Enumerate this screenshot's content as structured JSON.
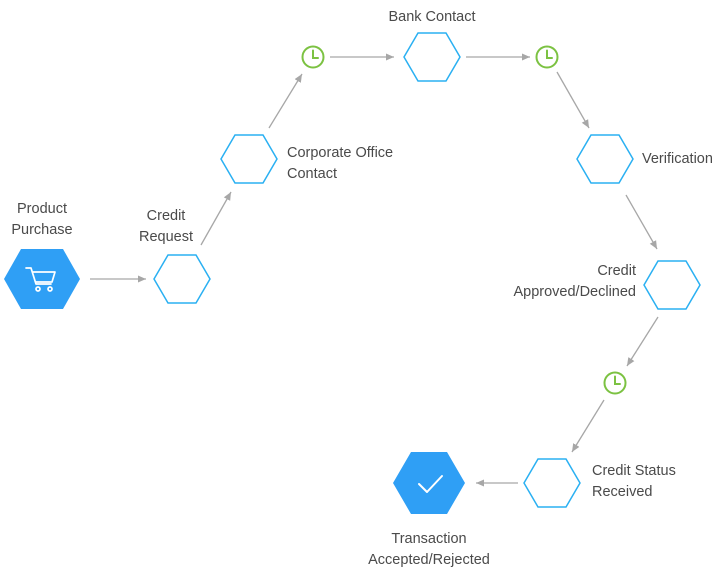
{
  "colors": {
    "accent": "#2f9ff5",
    "outline": "#2ab0f2",
    "timer": "#7cc242",
    "arrow": "#a7a7a7",
    "text": "#4a4a4a"
  },
  "nodes": {
    "product_purchase": {
      "line1": "Product",
      "line2": "Purchase",
      "icon": "shopping-cart-icon"
    },
    "credit_request": {
      "line1": "Credit",
      "line2": "Request"
    },
    "corporate_office": {
      "line1": "Corporate Office",
      "line2": "Contact"
    },
    "bank_contact": {
      "line1": "Bank Contact"
    },
    "verification": {
      "line1": "Verification"
    },
    "credit_approved": {
      "line1": "Credit",
      "line2": "Approved/Declined"
    },
    "credit_status": {
      "line1": "Credit Status",
      "line2": "Received"
    },
    "transaction": {
      "line1": "Transaction",
      "line2": "Accepted/Rejected",
      "icon": "checkmark-icon"
    }
  },
  "timers": [
    {
      "name": "wait-timer-1",
      "icon": "clock-icon"
    },
    {
      "name": "wait-timer-2",
      "icon": "clock-icon"
    },
    {
      "name": "wait-timer-3",
      "icon": "clock-icon"
    }
  ]
}
